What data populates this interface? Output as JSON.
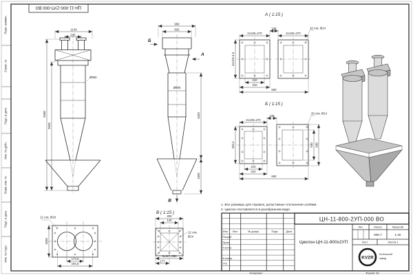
{
  "sheet": {
    "stamp_top": "ЦН-11-800-2УП-000 ВО",
    "margin": {
      "perv_primen": "Перв. примен.",
      "sprav_no": "Справ. №",
      "podp_data_1": "Подп. и дата",
      "inv_dubl": "Инв. № дубл.",
      "vzam_inv": "Взам. инв. №",
      "podp_data_2": "Подп. и дата",
      "inv_podl": "Инв. № подл."
    },
    "footer": {
      "copied": "Копировал",
      "format": "Формат А3"
    }
  },
  "notes": {
    "line1": "1. Все размеры для справок, допустимые отклонения ±100мм.",
    "line2": "2. Циклон поставляется в разобранном виде."
  },
  "front_view": {
    "dim_top_width": "1140",
    "dim_stub_pitch": "140",
    "dim_total_height": "6260",
    "dim_body_height": "5945",
    "dim_body_dia": "Ø850"
  },
  "side_view": {
    "dim_top_width": "960",
    "dim_box_width": "825",
    "dim_body_dia": "Ø808",
    "dim_cyl_height": "3425",
    "dim_hopper_height": "1695",
    "arrow_a": "А",
    "arrow_b": "Б",
    "arrow_v": "В"
  },
  "section_a": {
    "title": "А ( 1:15 )",
    "dim_top": "2x135=270",
    "dim_gap": "135",
    "holes_note": "16 отв. Ø14",
    "dim_left_vert": "2x123+4,5",
    "dim_inner_w": "210",
    "dim_outer_w": "310",
    "dim_total_w": "660"
  },
  "section_b": {
    "title": "Б ( 1:15 )",
    "dim_top": "2x135=270",
    "dim_gap": "135",
    "holes_note": "20 отв. Ø14",
    "dim_left_vert": "103,2",
    "dim_inner_h": "530",
    "dim_outer_h": "630",
    "dim_inner_w": "210",
    "dim_outer_w": "310",
    "dim_total_w": "660"
  },
  "view_v": {
    "title": "В ( 1:15 )",
    "holes_note_big": "12 отв. Ø18",
    "dim_length": "1036",
    "dim_center_pitch": "174,6",
    "dim_outer_pitch": "194,6",
    "dim_outer_sq": "200",
    "dim_inner_sq": "140",
    "holes_note_small_1": "12 отв.",
    "holes_note_small_2": "Ø14",
    "dim_bolt_pitch": "3x117=350",
    "dim_half": "177"
  },
  "title_block": {
    "designation": "ЦН-11-800-2УП-000 ВО",
    "product_name": "Циклон ЦН-11-800х2УП",
    "col_izm": "Изм.",
    "col_list": "Лист",
    "col_doc": "№ докум.",
    "col_podp": "Подп.",
    "col_data": "Дата",
    "row_razrab": "Разраб.",
    "row_prov": "Пров.",
    "row_tkontr": "Т.контр.",
    "row_nkontr": "Н.контр.",
    "row_utv": "Утв.",
    "lit_label": "Лит.",
    "mass_label": "Масса",
    "scale_label": "Масштаб",
    "mass_value": "930,7",
    "scale_value": "1:40",
    "sheet_label": "Лист",
    "sheets_label": "Листов 1",
    "logo_text": "KVZR",
    "org_line1": "Котельный",
    "org_line2": "завод"
  },
  "colors": {
    "ink": "#1e1e1e",
    "paper": "#ffffff"
  }
}
